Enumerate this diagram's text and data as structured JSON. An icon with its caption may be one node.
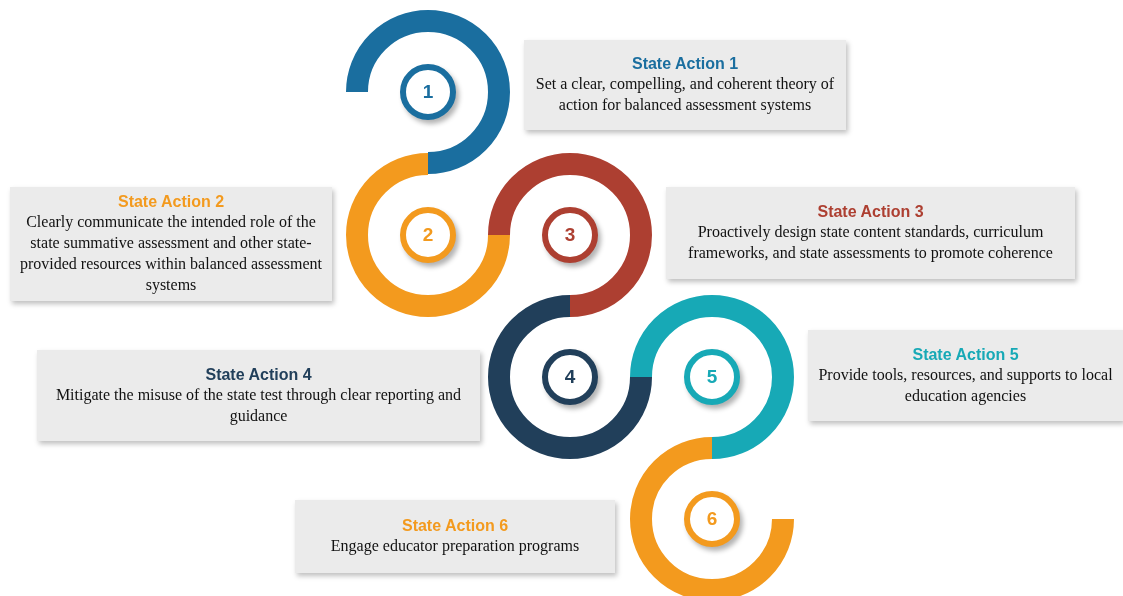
{
  "diagram": {
    "nodes": [
      {
        "text": [
          "1"
        ]
      },
      {
        "text": [
          "State Action 1",
          "Set a clear, compelling, and coherent theory of action for balanced assessment systems"
        ]
      },
      {
        "text": [
          "State Action 2",
          "Clearly communicate the intended role of the state summative assessment and other state-provided resources within balanced assessment systems"
        ]
      },
      {
        "text": [
          "2"
        ]
      },
      {
        "text": [
          "3"
        ]
      },
      {
        "text": [
          "State Action 3",
          "Proactively design state content standards, curriculum frameworks, and state assessments to promote coherence"
        ]
      },
      {
        "text": [
          "State Action 4",
          "Mitigate the misuse of the state test through clear reporting and guidance"
        ]
      },
      {
        "text": [
          "4"
        ]
      },
      {
        "text": [
          "5"
        ]
      },
      {
        "text": [
          "State Action 5",
          "Provide tools, resources, and supports to local education agencies"
        ]
      },
      {
        "text": [
          "State Action 6",
          "Engage educator preparation programs"
        ]
      },
      {
        "text": [
          "6"
        ]
      }
    ]
  }
}
